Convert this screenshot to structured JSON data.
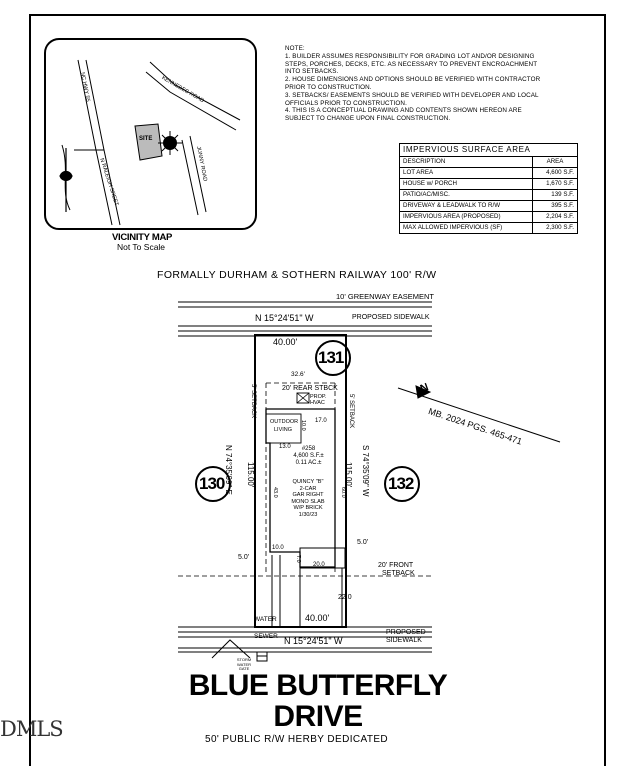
{
  "vicinity_map": {
    "title": "VICINITY MAP",
    "subtitle": "Not To Scale",
    "roads": [
      "NC HWY 55",
      "KENNEBEC ROAD",
      "JUNNY ROAD",
      "N RALEIGH SREET"
    ],
    "site_label": "SITE"
  },
  "notes": {
    "heading": "NOTE:",
    "lines": [
      "1. BUILDER ASSUMES RESPONSIBILITY FOR GRADING LOT AND/OR DESIGNING",
      "STEPS, PORCHES, DECKS, ETC. AS NECESSARY TO PREVENT ENCROACHMENT",
      "INTO SETBACKS.",
      "2. HOUSE DIMENSIONS AND OPTIONS SHOULD BE VERIFIED WITH CONTRACTOR",
      "PRIOR TO CONSTRUCTION.",
      "3. SETBACKS/ EASEMENTS SHOULD BE VERIFIED WITH DEVELOPER AND LOCAL",
      "OFFICIALS PRIOR TO CONSTRUCTION.",
      "4. THIS IS A CONCEPTUAL DRAWING AND CONTENTS SHOWN HEREON ARE",
      "SUBJECT TO CHANGE UPON FINAL CONSTRUCTION."
    ]
  },
  "impervious_table": {
    "title": "IMPERVIOUS SURFACE AREA",
    "col_description": "DESCRIPTION",
    "col_area": "AREA",
    "rows": [
      {
        "desc": "LOT AREA",
        "area": "4,600 S.F."
      },
      {
        "desc": "HOUSE w/ PORCH",
        "area": "1,670 S.F."
      },
      {
        "desc": "PATIO/AC/MISC.",
        "area": "139 S.F."
      },
      {
        "desc": "DRIVEWAY & LEADWALK TO R/W",
        "area": "395 S.F."
      },
      {
        "desc": "IMPERVIOUS AREA (PROPOSED)",
        "area": "2,204 S.F."
      },
      {
        "desc": "MAX ALLOWED IMPERVIOUS (SF)",
        "area": "2,300 S.F."
      }
    ]
  },
  "plat": {
    "railway": "FORMALLY DURHAM & SOTHERN RAILWAY 100' R/W",
    "greenway": "10' GREENWAY EASEMENT",
    "top_bearing": "N 15°24'51\" W",
    "proposed_sidewalk": "PROPOSED SIDEWALK",
    "top_width": "40.00'",
    "lot_number": "131",
    "left_lot": "130",
    "right_lot": "132",
    "dim_32_6": "32.6'",
    "rear_setback": "20' REAR STBCK",
    "hvac": "PROP. HVAC",
    "left_setback": "5' SETBACK",
    "right_setback": "5' SETBACK",
    "dim_17": "17.0",
    "dim_10": "10.0",
    "dim_13": "13.0",
    "outdoor_living": [
      "OUTDOOR",
      "LIVING"
    ],
    "lot_info": [
      "#258",
      "4,600 S.F.±",
      "0.11 AC.±"
    ],
    "house_info": [
      "QUINCY \"B\"",
      "2-CAR",
      "GAR RIGHT",
      "MONO SLAB",
      "W/P BRICK",
      "1/30/23"
    ],
    "left_bearing": "N 74°35'09\" E",
    "left_length": "115.00'",
    "right_bearing": "S 74°35'09\" W",
    "right_length": "115.00'",
    "dim_43": "43.0",
    "dim_60": "60.0",
    "dim_5_left": "5.0'",
    "dim_5_right": "5.0'",
    "dim_10b": "10.0",
    "dim_7": "7.0",
    "dim_20": "20.0",
    "front_setback": [
      "20' FRONT",
      "SETBACK"
    ],
    "dim_22": "22.0",
    "bottom_width": "40.00'",
    "water": "WATER",
    "sewer": "SEWER",
    "bottom_bearing": "N 15°24'51\" W",
    "proposed_sidewalk_bottom": [
      "PROPOSED",
      "SIDEWALK"
    ],
    "storm_water": [
      "STORM",
      "WATER",
      "GATE"
    ],
    "plat_ref": "MB. 2024 PGS. 465-471",
    "north": "N"
  },
  "street": {
    "name_line1": "BLUE BUTTERFLY",
    "name_line2": "DRIVE",
    "dedication": "50' PUBLIC R/W HERBY DEDICATED"
  },
  "watermark": "DMLS"
}
